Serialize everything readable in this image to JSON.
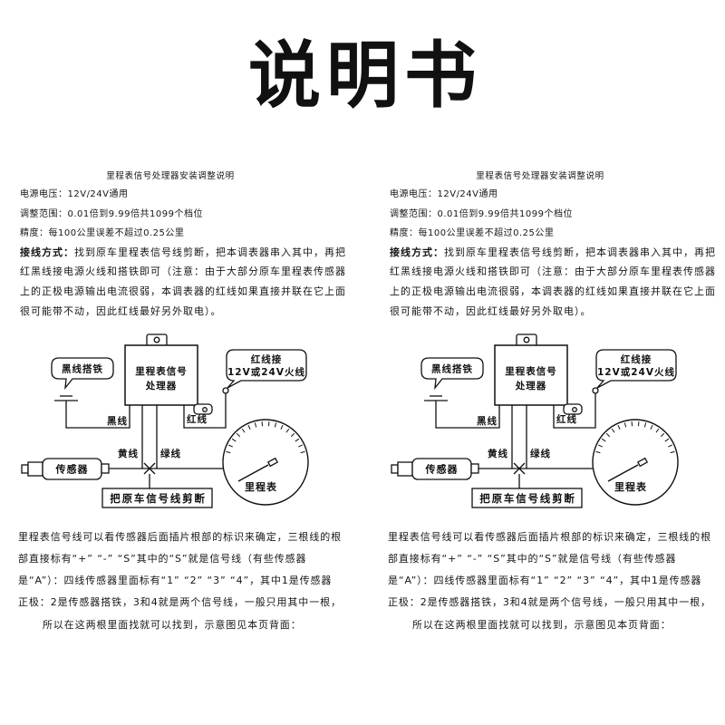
{
  "page": {
    "heading": "说明书"
  },
  "document": {
    "title": "里程表信号处理器安装调整说明",
    "specs": [
      "电源电压：12V/24V通用",
      "调整范围：0.01倍到9.99倍共1099个档位",
      "精度：每100公里误差不超过0.25公里"
    ],
    "wiring": {
      "label": "接线方式：",
      "lines": [
        "找到原车里程表信号线剪断，把本调表器串入其中，再把",
        "红黑线接电源火线和搭铁即可（注意：由于大部分原车里程表传感器",
        "上的正极电源输出电流很弱，本调表器的红线如果直接并联在它上面",
        "很可能带不动，因此红线最好另外取电）。"
      ]
    },
    "diagram": {
      "processor": [
        "里程表信号",
        "处理器"
      ],
      "ground_callout": "黑线搭铁",
      "power_callout": [
        "红线接",
        "12V或24V火线"
      ],
      "black_wire": "黑线",
      "red_wire": "红线",
      "yellow_wire": "黄线",
      "green_wire": "绿线",
      "sensor": "传感器",
      "odometer": "里程表",
      "cut_note": "把原车信号线剪断"
    },
    "notes": [
      "里程表信号线可以看传感器后面插片根部的标识来确定，三根线的根",
      "部直接标有“+” “-” “S”其中的“S”就是信号线（有些传感器",
      "是“A”）：四线传感器里面标有“1” “2” “3” “4”，其中1是传感器",
      "正极：2是传感器搭铁，3和4就是两个信号线，一般只用其中一根，",
      "所以在这两根里面找就可以找到，示意图见本页背面："
    ]
  }
}
